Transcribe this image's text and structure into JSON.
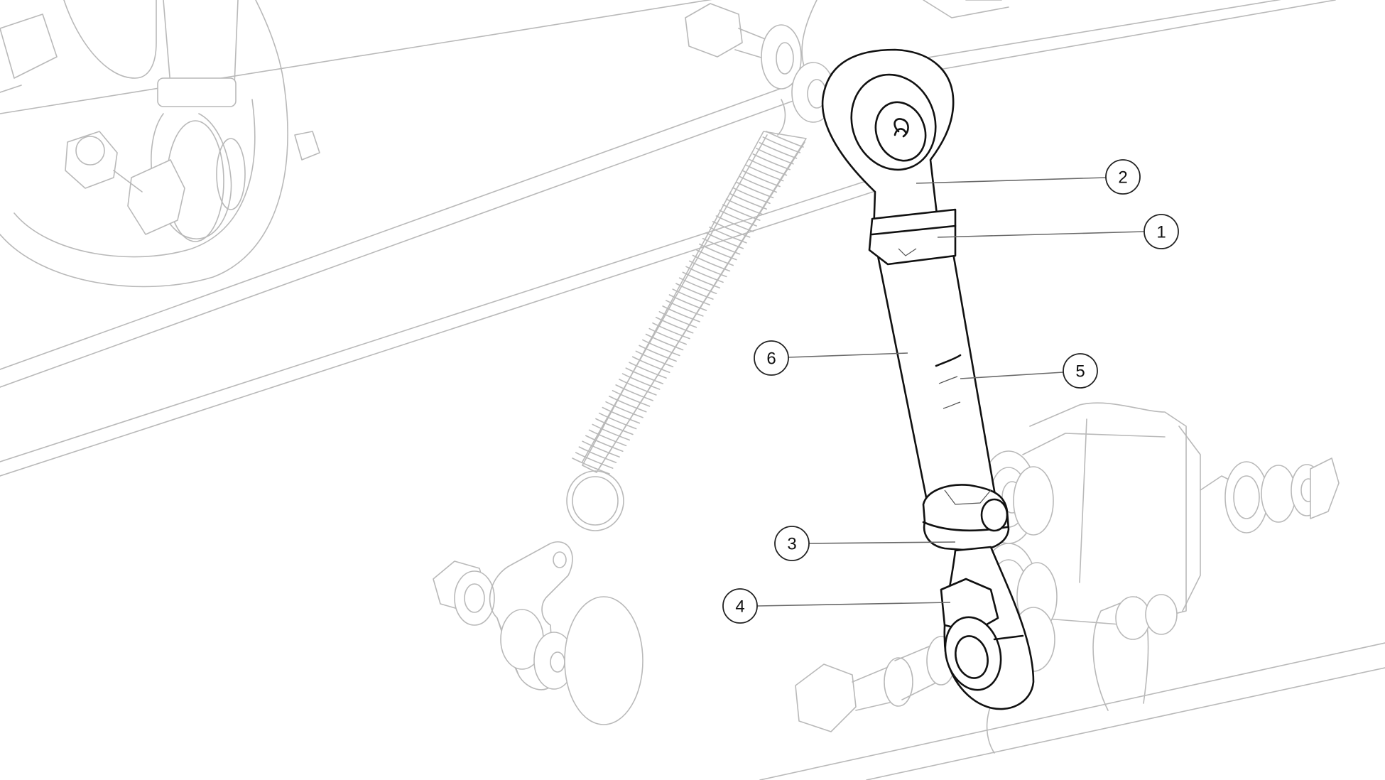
{
  "callouts": [
    {
      "label": "2"
    },
    {
      "label": "1"
    },
    {
      "label": "6"
    },
    {
      "label": "5"
    },
    {
      "label": "3"
    },
    {
      "label": "4"
    }
  ],
  "colors": {
    "highlighted_part": "#111111",
    "background_parts": "#b9b9b9",
    "leader_line": "#6a6a6a"
  }
}
